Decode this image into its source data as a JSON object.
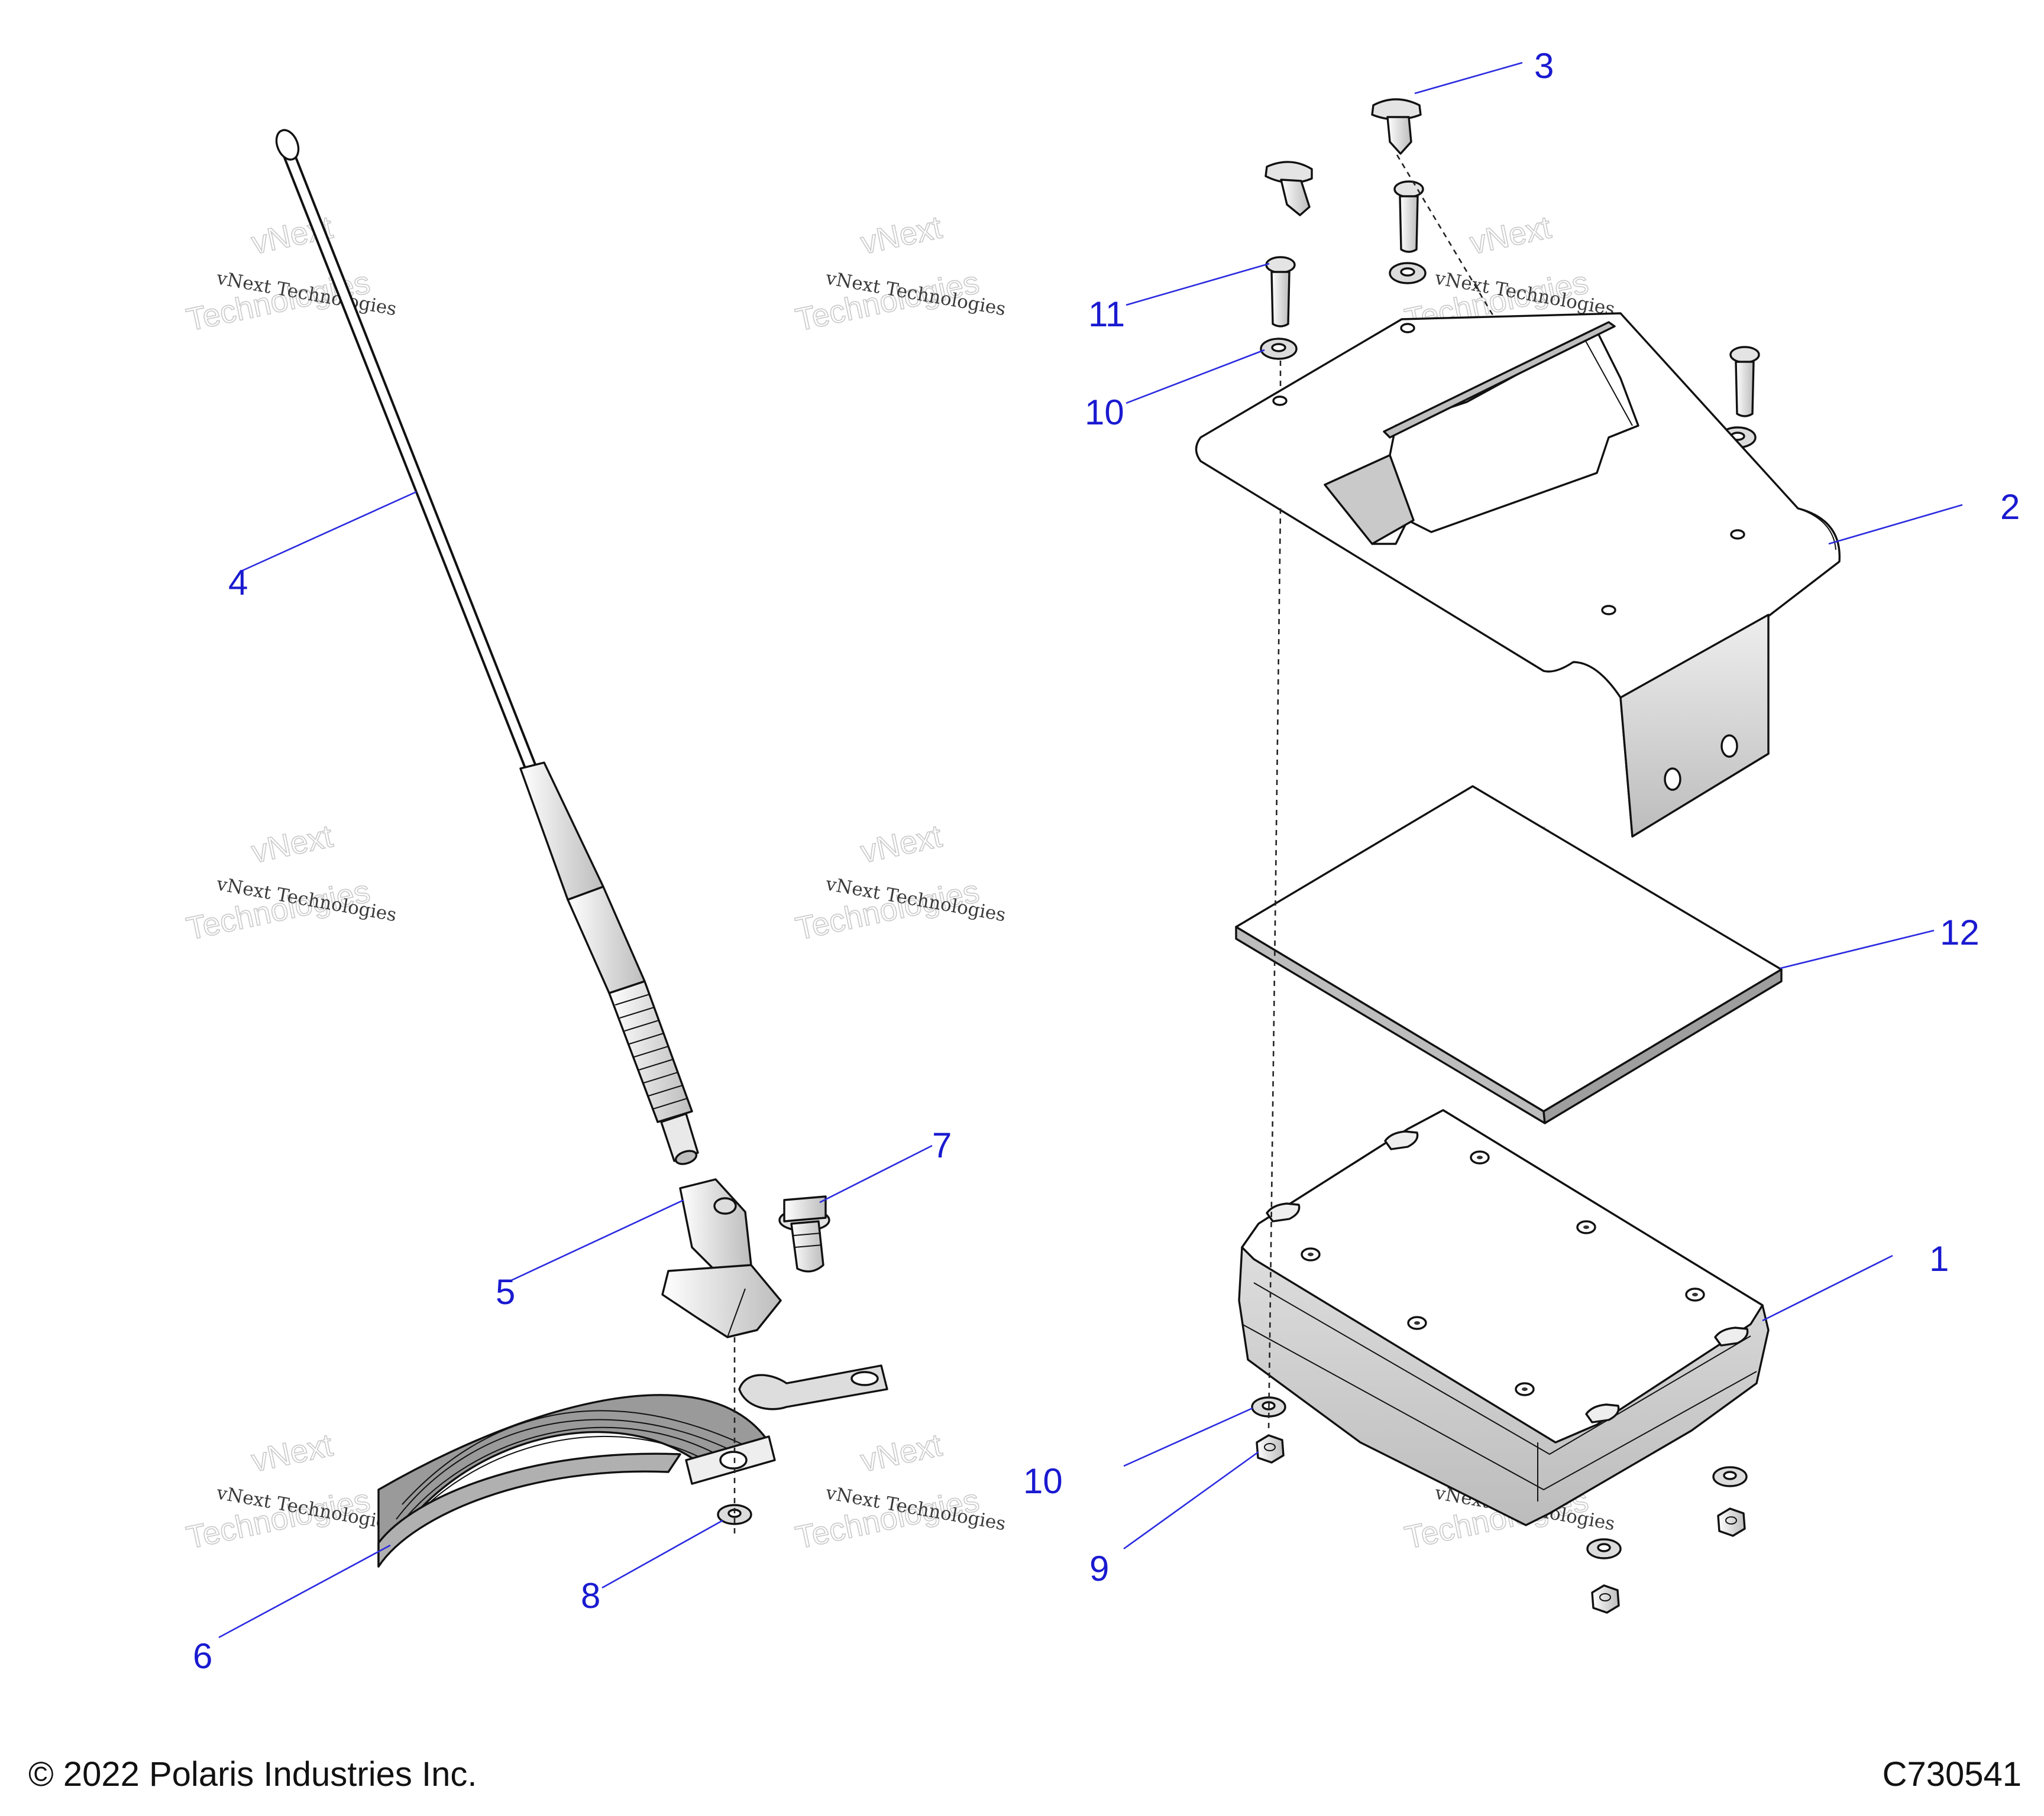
{
  "callouts": [
    {
      "id": "1",
      "label": "1"
    },
    {
      "id": "2",
      "label": "2"
    },
    {
      "id": "3",
      "label": "3"
    },
    {
      "id": "4",
      "label": "4"
    },
    {
      "id": "5",
      "label": "5"
    },
    {
      "id": "6",
      "label": "6"
    },
    {
      "id": "7",
      "label": "7"
    },
    {
      "id": "8",
      "label": "8"
    },
    {
      "id": "9",
      "label": "9"
    },
    {
      "id": "10",
      "label": "10"
    },
    {
      "id": "11",
      "label": "11"
    },
    {
      "id": "12",
      "label": "12"
    }
  ],
  "watermark": {
    "line1": "vNext Technologies",
    "line2a": "vNext",
    "line2b": "Technologies"
  },
  "footer": {
    "copyright": "© 2022 Polaris Industries Inc.",
    "figure_id": "C730541"
  },
  "colors": {
    "callout": "#1a1ad0",
    "part_fill": "#ffffff",
    "part_shade": "#cfcfcf"
  }
}
